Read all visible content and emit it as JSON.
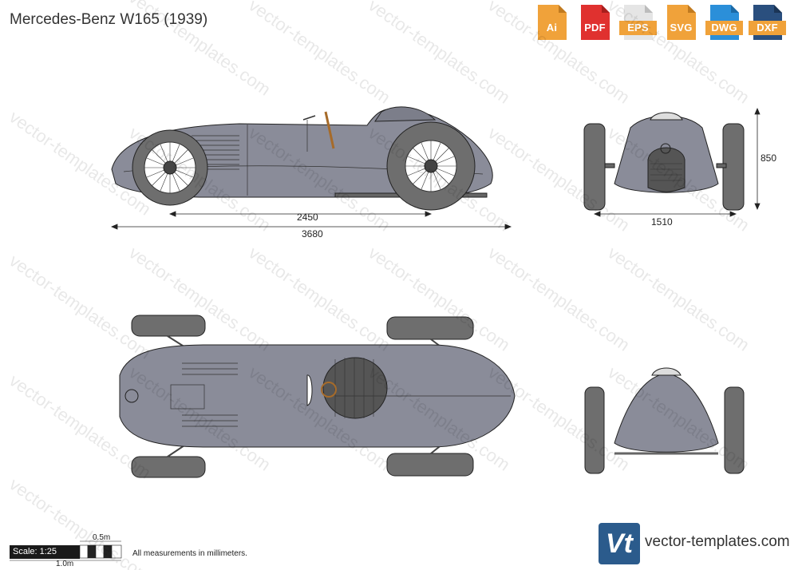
{
  "title": "Mercedes-Benz W165 (1939)",
  "formats": [
    {
      "label": "Ai",
      "color": "#f0a23a"
    },
    {
      "label": "PDF",
      "color": "#e0312f"
    },
    {
      "label": "EPS",
      "color": "#e5e5e5"
    },
    {
      "label": "SVG",
      "color": "#f0a23a"
    },
    {
      "label": "DWG",
      "color": "#2b8fd9"
    },
    {
      "label": "DXF",
      "color": "#2a4f7e"
    }
  ],
  "dimensions": {
    "wheelbase": "2450",
    "length": "3680",
    "track": "1510",
    "height": "850"
  },
  "scale": {
    "label": "Scale: 1:25",
    "half": "0.5m",
    "full": "1.0m"
  },
  "note": "All measurements in millimeters.",
  "watermark": "vector-templates.com",
  "logo": {
    "mark": "Vt",
    "site": "vector-templates.com",
    "color": "#2b5b8c"
  },
  "colors": {
    "body": "#8a8c99",
    "tire": "#6e6e6e",
    "outline": "#222222"
  }
}
